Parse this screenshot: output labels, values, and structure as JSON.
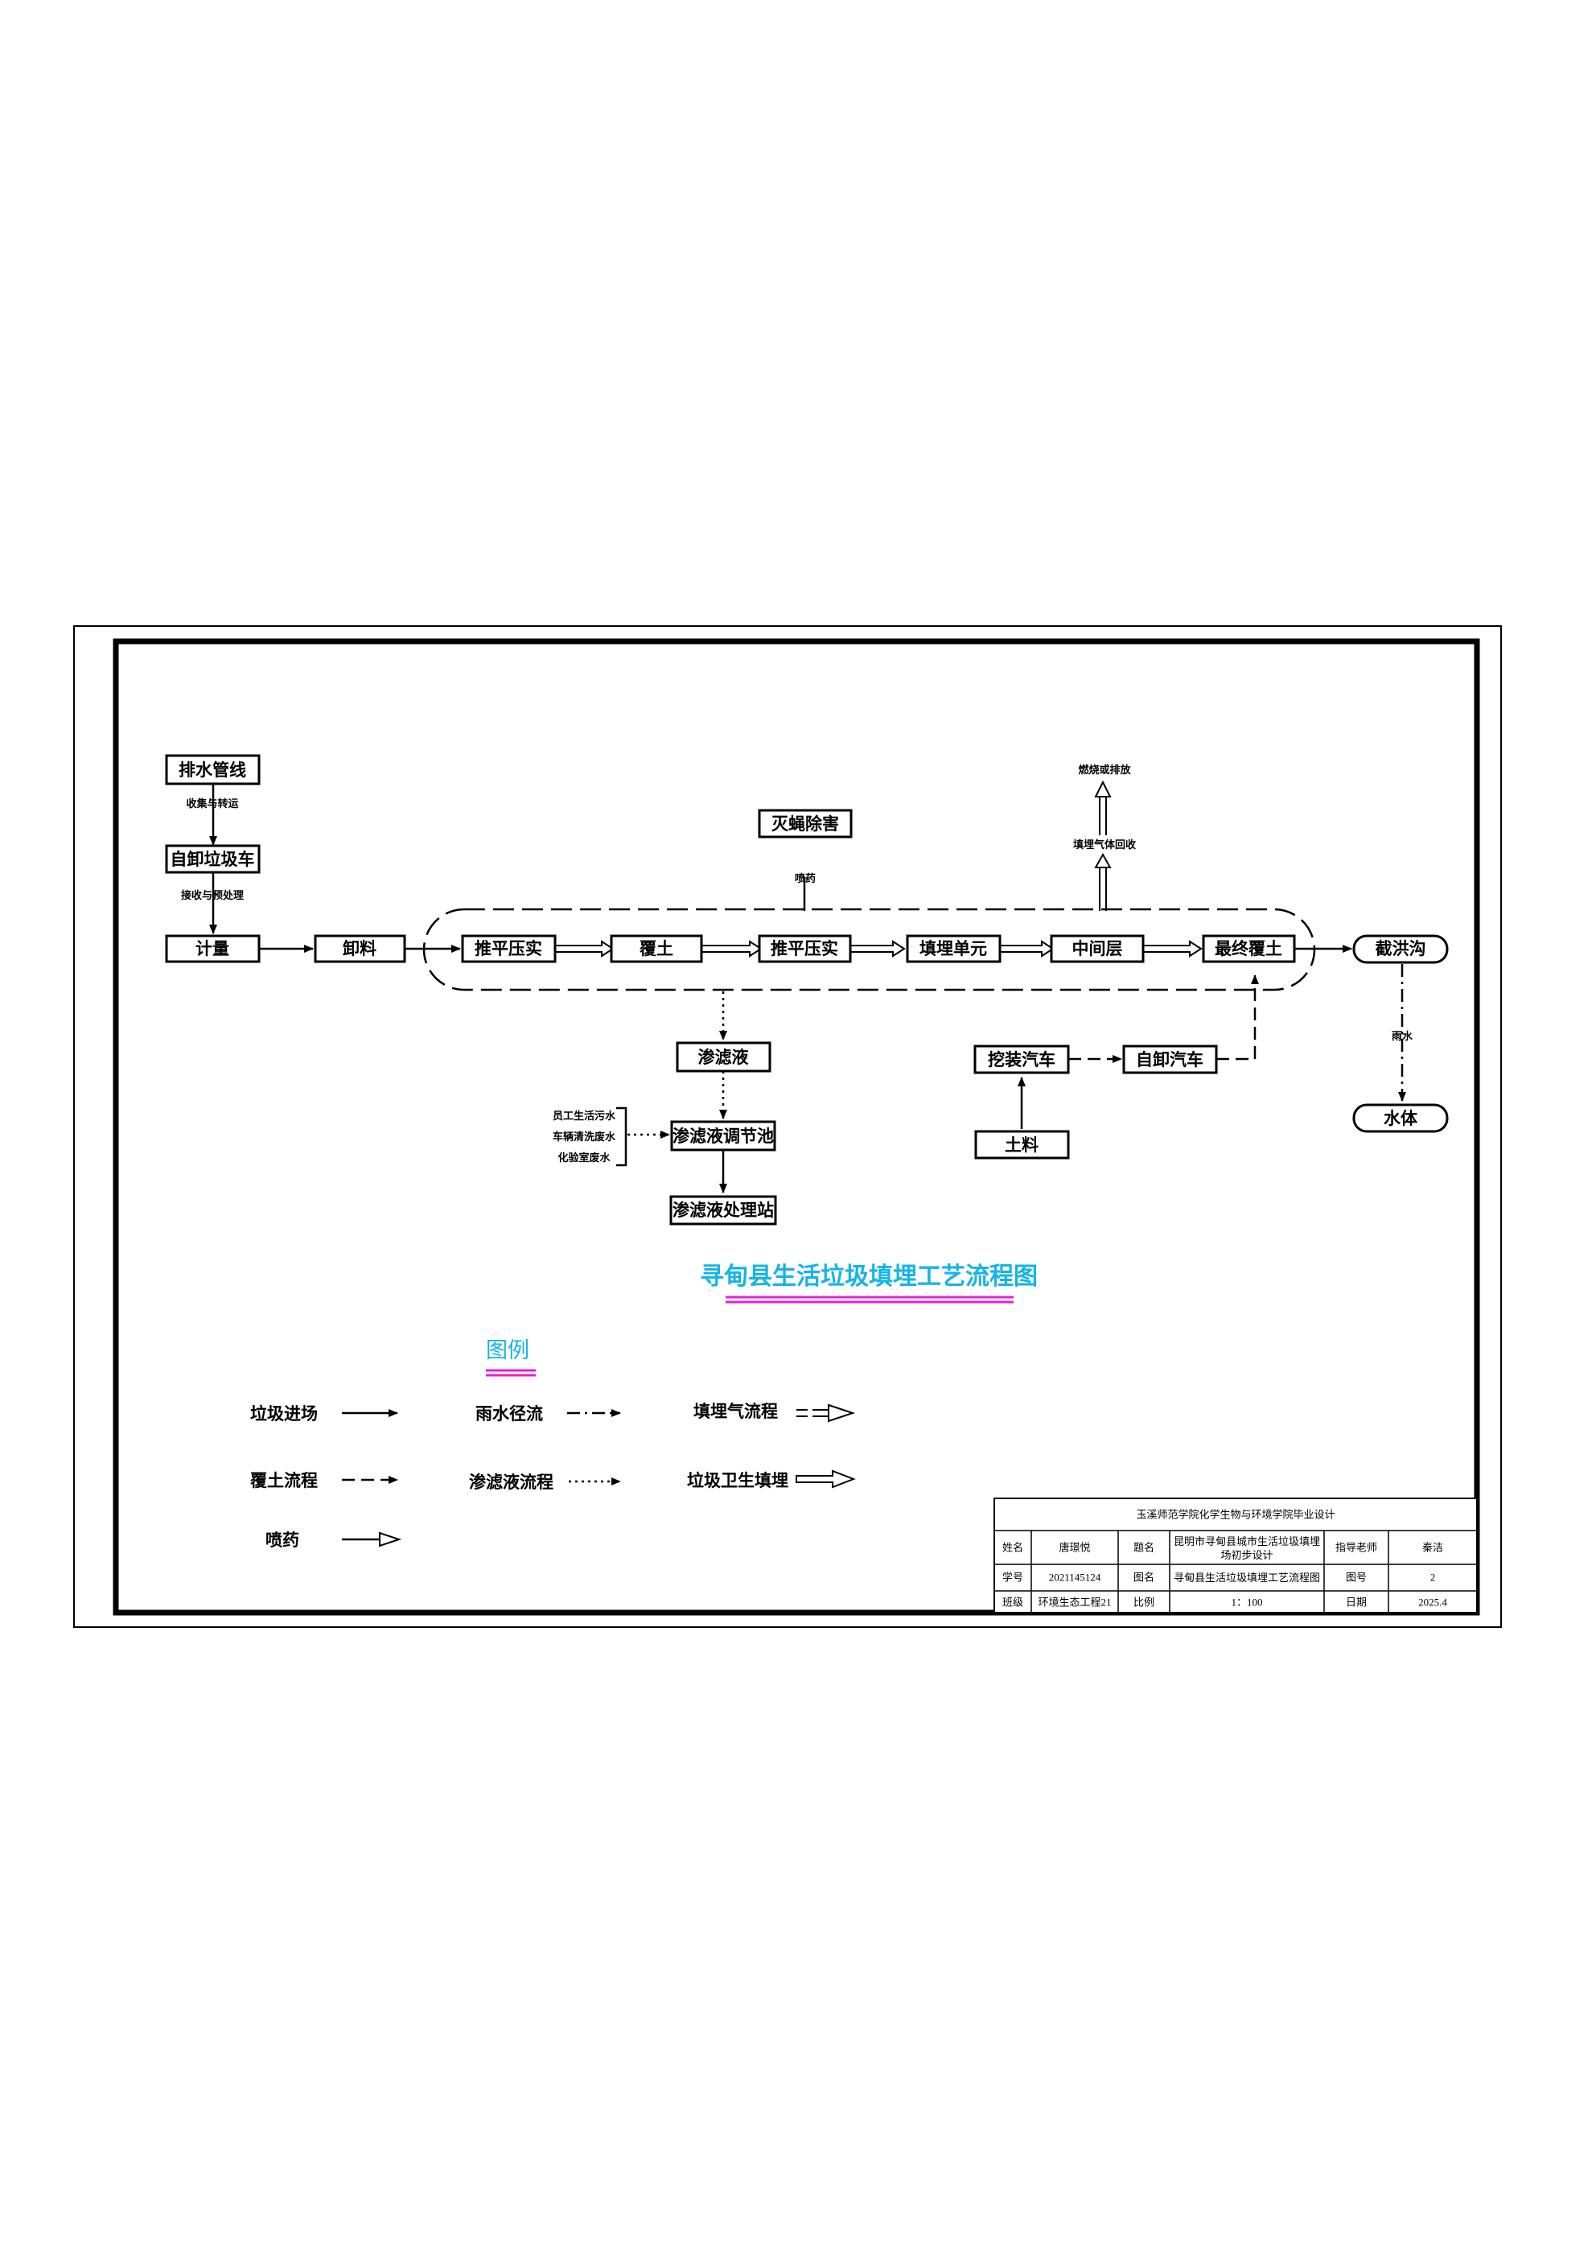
{
  "nodes": {
    "drain_pipe": "排水管线",
    "dump_truck_1": "自卸垃圾车",
    "weigh": "计量",
    "unload": "卸料",
    "level_compact_1": "推平压实",
    "cover_soil": "覆土",
    "level_compact_2": "推平压实",
    "landfill_unit": "填埋单元",
    "intermediate_layer": "中间层",
    "final_cover": "最终覆土",
    "fly_control": "灭蝇除害",
    "intercept_ditch": "截洪沟",
    "water_body": "水体",
    "leachate": "渗滤液",
    "leachate_pool": "渗滤液调节池",
    "leachate_station": "渗滤液处理站",
    "excavator": "挖装汽车",
    "dump_truck_2": "自卸汽车",
    "earth": "土料"
  },
  "edge_labels": {
    "collect_transfer": "收集与转运",
    "receive_pretreat": "接收与预处理",
    "spray": "喷药",
    "burn_discharge": "燃烧或排放",
    "gas_recovery": "填埋气体回收",
    "rain": "雨水",
    "staff_sewage": "员工生活污水",
    "vehicle_wash": "车辆清洗废水",
    "lab_wastewater": "化验室废水"
  },
  "diagram_title": "寻甸县生活垃圾填埋工艺流程图",
  "legend": {
    "title": "图例",
    "items": [
      {
        "label": "垃圾进场",
        "style": "solid"
      },
      {
        "label": "雨水径流",
        "style": "dashdot"
      },
      {
        "label": "填埋气流程",
        "style": "double-hollow"
      },
      {
        "label": "覆土流程",
        "style": "dash"
      },
      {
        "label": "渗滤液流程",
        "style": "dot"
      },
      {
        "label": "垃圾卫生填埋",
        "style": "hollow-thick"
      },
      {
        "label": "喷药",
        "style": "hollow"
      }
    ]
  },
  "title_block": {
    "header": "玉溪师范学院化学生物与环境学院毕业设计",
    "rows": [
      [
        "姓名",
        "唐璟悦",
        "题名",
        "昆明市寻甸县城市生活垃圾填埋场初步设计",
        "指导老师",
        "秦洁"
      ],
      [
        "学号",
        "2021145124",
        "图名",
        "寻甸县生活垃圾填埋工艺流程图",
        "图号",
        "2"
      ],
      [
        "班级",
        "环境生态工程21",
        "比例",
        "1：100",
        "日期",
        "2025.4"
      ]
    ]
  },
  "colors": {
    "title": "#16b4e6",
    "title_underline": "#e81ed2",
    "legend_title": "#16b4e6",
    "legend_underline": "#e81ed2",
    "line": "#000000"
  }
}
